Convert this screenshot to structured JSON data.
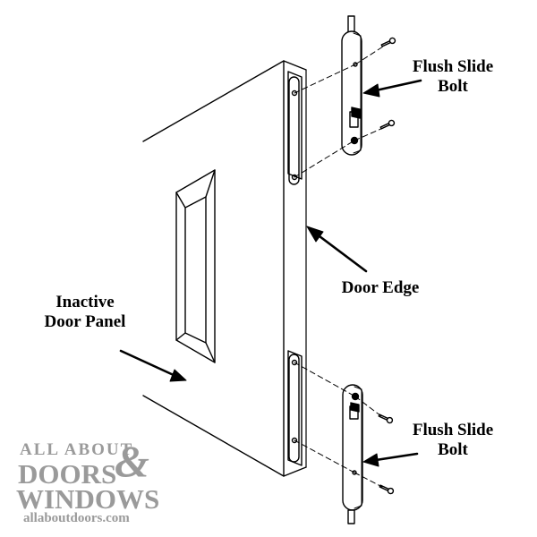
{
  "labels": {
    "top_bolt_line1": "Flush Slide",
    "top_bolt_line2": "Bolt",
    "door_edge": "Door Edge",
    "inactive_line1": "Inactive",
    "inactive_line2": "Door Panel",
    "bottom_bolt_line1": "Flush Slide",
    "bottom_bolt_line2": "Bolt"
  },
  "watermark": {
    "line1": "ALL ABOUT",
    "line2": "DOORS",
    "ampersand": "&",
    "line3": "WINDOWS",
    "url": "allaboutdoors.com"
  },
  "colors": {
    "ink": "#000000",
    "watermark": "#9a9a9a",
    "background": "#ffffff"
  }
}
